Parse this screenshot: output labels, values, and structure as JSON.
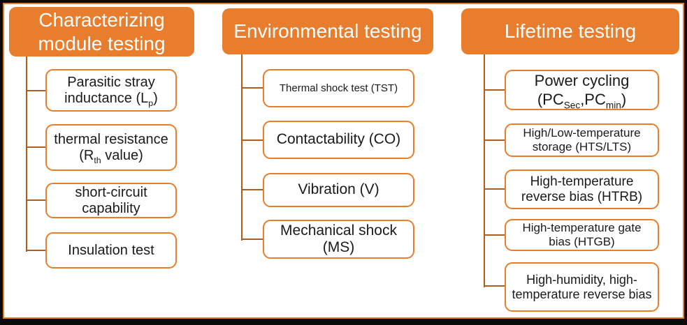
{
  "colors": {
    "header_fill": "#E87D2D",
    "header_text": "#FFFFFF",
    "box_border": "#E87E2B",
    "box_background": "#FFFFFF",
    "box_text": "#1A1A1A",
    "connector": "#B05E20",
    "outer_frame": "#000000",
    "inner_frame": "#E87E2B",
    "canvas_background": "#FFFFFF"
  },
  "columns": [
    {
      "header": "Characterizing module testing",
      "items": [
        {
          "l1": "Parasitic stray",
          "l2a": "inductance (L",
          "l2sub": "p",
          "l2b": ")"
        },
        {
          "l1": "thermal resistance",
          "l2a": "(R",
          "l2sub": "th",
          "l2b": " value)"
        },
        {
          "l1": "short-circuit",
          "l2": "capability"
        },
        {
          "label": "Insulation test"
        }
      ]
    },
    {
      "header": "Environmental testing",
      "items": [
        {
          "label": "Thermal shock test (TST)"
        },
        {
          "label": "Contactability (CO)"
        },
        {
          "label": "Vibration (V)"
        },
        {
          "l1": "Mechanical shock",
          "l2": "(MS)"
        }
      ]
    },
    {
      "header": "Lifetime testing",
      "items": [
        {
          "l1": "Power cycling",
          "l2a": "(PC",
          "l2sub1": "Sec",
          "l2b": ",PC",
          "l2sub2": "min",
          "l2c": ")"
        },
        {
          "l1": "High/Low-temperature",
          "l2": "storage (HTS/LTS)"
        },
        {
          "l1": "High-temperature",
          "l2": "reverse bias (HTRB)"
        },
        {
          "l1": "High-temperature gate",
          "l2": "bias (HTGB)"
        },
        {
          "l1": "High-humidity, high-",
          "l2": "temperature reverse bias"
        }
      ]
    }
  ]
}
